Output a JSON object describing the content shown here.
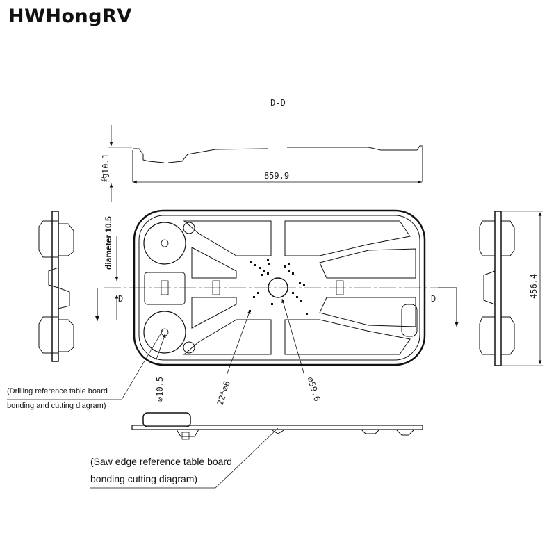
{
  "brand": {
    "name": "HWHongRV"
  },
  "section": {
    "label": "D-D",
    "marker_left": "D",
    "marker_right": "D"
  },
  "dimensions": {
    "length": "859.9",
    "width": "456.4",
    "thickness": "约10.1",
    "hole_side": "diameter 10.5",
    "hole_bottom": "⌀10.5",
    "holes_pattern": "22*⌀6",
    "center_hole": "⌀59.6"
  },
  "notes": {
    "drill_line1": "(Drilling reference table board",
    "drill_line2": "bonding and cutting diagram)",
    "saw_line1": "(Saw edge reference table board",
    "saw_line2": "bonding cutting diagram)"
  }
}
